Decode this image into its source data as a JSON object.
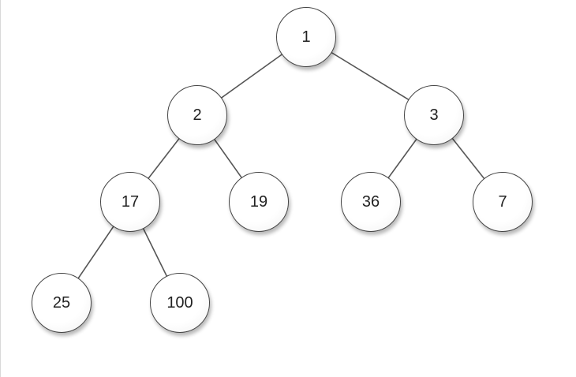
{
  "tree": {
    "nodes": [
      {
        "id": "n1",
        "label": "1"
      },
      {
        "id": "n2",
        "label": "2"
      },
      {
        "id": "n3",
        "label": "3"
      },
      {
        "id": "n17",
        "label": "17"
      },
      {
        "id": "n19",
        "label": "19"
      },
      {
        "id": "n36",
        "label": "36"
      },
      {
        "id": "n7",
        "label": "7"
      },
      {
        "id": "n25",
        "label": "25"
      },
      {
        "id": "n100",
        "label": "100"
      }
    ],
    "edges": [
      [
        "n1",
        "n2"
      ],
      [
        "n1",
        "n3"
      ],
      [
        "n2",
        "n17"
      ],
      [
        "n2",
        "n19"
      ],
      [
        "n3",
        "n36"
      ],
      [
        "n3",
        "n7"
      ],
      [
        "n17",
        "n25"
      ],
      [
        "n17",
        "n100"
      ]
    ]
  }
}
